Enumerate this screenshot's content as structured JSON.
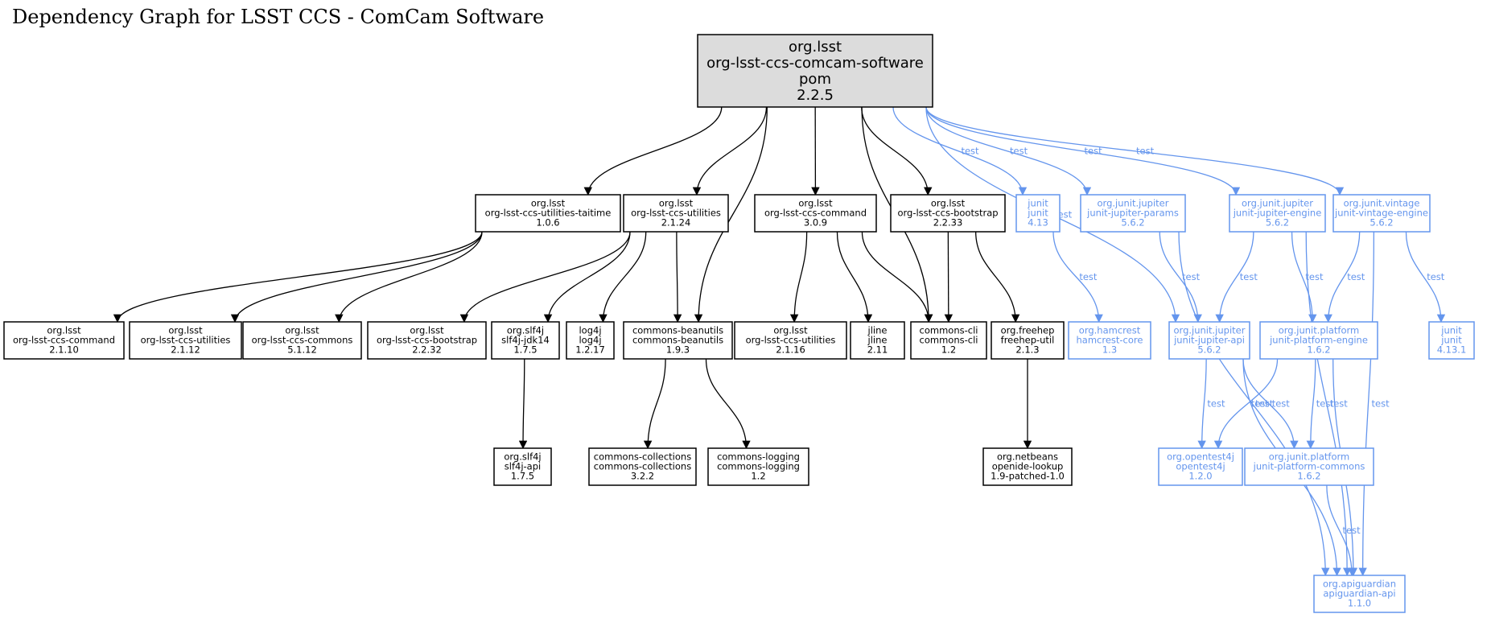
{
  "title": "Dependency Graph for LSST CCS - ComCam Software",
  "colors": {
    "compile": "#000000",
    "test": "#6495ed",
    "root_fill": "#dcdcdc",
    "node_fill": "#ffffff"
  },
  "nodes": [
    {
      "id": "root",
      "lines": [
        "org.lsst",
        "org-lsst-ccs-comcam-software",
        "pom",
        "2.2.5"
      ],
      "scope": "root"
    },
    {
      "id": "taitime",
      "lines": [
        "org.lsst",
        "org-lsst-ccs-utilities-taitime",
        "1.0.6"
      ],
      "scope": "compile"
    },
    {
      "id": "util2124",
      "lines": [
        "org.lsst",
        "org-lsst-ccs-utilities",
        "2.1.24"
      ],
      "scope": "compile"
    },
    {
      "id": "cmd309",
      "lines": [
        "org.lsst",
        "org-lsst-ccs-command",
        "3.0.9"
      ],
      "scope": "compile"
    },
    {
      "id": "boot2233",
      "lines": [
        "org.lsst",
        "org-lsst-ccs-bootstrap",
        "2.2.33"
      ],
      "scope": "compile"
    },
    {
      "id": "junit413",
      "lines": [
        "junit",
        "junit",
        "4.13"
      ],
      "scope": "test"
    },
    {
      "id": "jparams",
      "lines": [
        "org.junit.jupiter",
        "junit-jupiter-params",
        "5.6.2"
      ],
      "scope": "test"
    },
    {
      "id": "jengine",
      "lines": [
        "org.junit.jupiter",
        "junit-jupiter-engine",
        "5.6.2"
      ],
      "scope": "test"
    },
    {
      "id": "vintage",
      "lines": [
        "org.junit.vintage",
        "junit-vintage-engine",
        "5.6.2"
      ],
      "scope": "test"
    },
    {
      "id": "cmd2110",
      "lines": [
        "org.lsst",
        "org-lsst-ccs-command",
        "2.1.10"
      ],
      "scope": "compile"
    },
    {
      "id": "util2112",
      "lines": [
        "org.lsst",
        "org-lsst-ccs-utilities",
        "2.1.12"
      ],
      "scope": "compile"
    },
    {
      "id": "commons5112",
      "lines": [
        "org.lsst",
        "org-lsst-ccs-commons",
        "5.1.12"
      ],
      "scope": "compile"
    },
    {
      "id": "boot2232",
      "lines": [
        "org.lsst",
        "org-lsst-ccs-bootstrap",
        "2.2.32"
      ],
      "scope": "compile"
    },
    {
      "id": "slf4jjdk",
      "lines": [
        "org.slf4j",
        "slf4j-jdk14",
        "1.7.5"
      ],
      "scope": "compile"
    },
    {
      "id": "log4j",
      "lines": [
        "log4j",
        "log4j",
        "1.2.17"
      ],
      "scope": "compile"
    },
    {
      "id": "beanutils",
      "lines": [
        "commons-beanutils",
        "commons-beanutils",
        "1.9.3"
      ],
      "scope": "compile"
    },
    {
      "id": "util2116",
      "lines": [
        "org.lsst",
        "org-lsst-ccs-utilities",
        "2.1.16"
      ],
      "scope": "compile"
    },
    {
      "id": "jline",
      "lines": [
        "jline",
        "jline",
        "2.11"
      ],
      "scope": "compile"
    },
    {
      "id": "cli",
      "lines": [
        "commons-cli",
        "commons-cli",
        "1.2"
      ],
      "scope": "compile"
    },
    {
      "id": "freehep",
      "lines": [
        "org.freehep",
        "freehep-util",
        "2.1.3"
      ],
      "scope": "compile"
    },
    {
      "id": "hamcrest",
      "lines": [
        "org.hamcrest",
        "hamcrest-core",
        "1.3"
      ],
      "scope": "test"
    },
    {
      "id": "japi",
      "lines": [
        "org.junit.jupiter",
        "junit-jupiter-api",
        "5.6.2"
      ],
      "scope": "test"
    },
    {
      "id": "pengine",
      "lines": [
        "org.junit.platform",
        "junit-platform-engine",
        "1.6.2"
      ],
      "scope": "test"
    },
    {
      "id": "junit4131",
      "lines": [
        "junit",
        "junit",
        "4.13.1"
      ],
      "scope": "test"
    },
    {
      "id": "slf4japi",
      "lines": [
        "org.slf4j",
        "slf4j-api",
        "1.7.5"
      ],
      "scope": "compile"
    },
    {
      "id": "collections",
      "lines": [
        "commons-collections",
        "commons-collections",
        "3.2.2"
      ],
      "scope": "compile"
    },
    {
      "id": "logging",
      "lines": [
        "commons-logging",
        "commons-logging",
        "1.2"
      ],
      "scope": "compile"
    },
    {
      "id": "openide",
      "lines": [
        "org.netbeans",
        "openide-lookup",
        "1.9-patched-1.0"
      ],
      "scope": "compile"
    },
    {
      "id": "opentest4j",
      "lines": [
        "org.opentest4j",
        "opentest4j",
        "1.2.0"
      ],
      "scope": "test"
    },
    {
      "id": "pcommons",
      "lines": [
        "org.junit.platform",
        "junit-platform-commons",
        "1.6.2"
      ],
      "scope": "test"
    },
    {
      "id": "apiguardian",
      "lines": [
        "org.apiguardian",
        "apiguardian-api",
        "1.1.0"
      ],
      "scope": "test"
    }
  ],
  "edges": [
    {
      "from": "root",
      "to": "taitime",
      "scope": "compile"
    },
    {
      "from": "root",
      "to": "util2124",
      "scope": "compile"
    },
    {
      "from": "root",
      "to": "beanutils",
      "scope": "compile"
    },
    {
      "from": "root",
      "to": "cmd309",
      "scope": "compile"
    },
    {
      "from": "root",
      "to": "cli",
      "scope": "compile"
    },
    {
      "from": "root",
      "to": "boot2233",
      "scope": "compile"
    },
    {
      "from": "root",
      "to": "junit413",
      "scope": "test",
      "label": "test"
    },
    {
      "from": "root",
      "to": "jparams",
      "scope": "test",
      "label": "test"
    },
    {
      "from": "root",
      "to": "japi",
      "scope": "test",
      "label": "test"
    },
    {
      "from": "root",
      "to": "jengine",
      "scope": "test",
      "label": "test"
    },
    {
      "from": "root",
      "to": "vintage",
      "scope": "test",
      "label": "test"
    },
    {
      "from": "taitime",
      "to": "cmd2110",
      "scope": "compile"
    },
    {
      "from": "taitime",
      "to": "util2112",
      "scope": "compile"
    },
    {
      "from": "taitime",
      "to": "commons5112",
      "scope": "compile"
    },
    {
      "from": "util2124",
      "to": "boot2232",
      "scope": "compile"
    },
    {
      "from": "util2124",
      "to": "slf4jjdk",
      "scope": "compile"
    },
    {
      "from": "util2124",
      "to": "log4j",
      "scope": "compile"
    },
    {
      "from": "util2124",
      "to": "beanutils",
      "scope": "compile"
    },
    {
      "from": "cmd309",
      "to": "util2116",
      "scope": "compile"
    },
    {
      "from": "cmd309",
      "to": "jline",
      "scope": "compile"
    },
    {
      "from": "cmd309",
      "to": "cli",
      "scope": "compile"
    },
    {
      "from": "boot2233",
      "to": "cli",
      "scope": "compile"
    },
    {
      "from": "boot2233",
      "to": "freehep",
      "scope": "compile"
    },
    {
      "from": "junit413",
      "to": "hamcrest",
      "scope": "test",
      "label": "test"
    },
    {
      "from": "jparams",
      "to": "japi",
      "scope": "test",
      "label": "test"
    },
    {
      "from": "jparams",
      "to": "apiguardian",
      "scope": "test",
      "label": "test"
    },
    {
      "from": "jengine",
      "to": "japi",
      "scope": "test",
      "label": "test"
    },
    {
      "from": "jengine",
      "to": "pengine",
      "scope": "test",
      "label": "test"
    },
    {
      "from": "jengine",
      "to": "apiguardian",
      "scope": "test",
      "label": "test"
    },
    {
      "from": "vintage",
      "to": "pengine",
      "scope": "test",
      "label": "test"
    },
    {
      "from": "vintage",
      "to": "junit4131",
      "scope": "test",
      "label": "test"
    },
    {
      "from": "vintage",
      "to": "apiguardian",
      "scope": "test",
      "label": "test"
    },
    {
      "from": "slf4jjdk",
      "to": "slf4japi",
      "scope": "compile"
    },
    {
      "from": "beanutils",
      "to": "collections",
      "scope": "compile"
    },
    {
      "from": "beanutils",
      "to": "logging",
      "scope": "compile"
    },
    {
      "from": "freehep",
      "to": "openide",
      "scope": "compile"
    },
    {
      "from": "japi",
      "to": "opentest4j",
      "scope": "test",
      "label": "test"
    },
    {
      "from": "japi",
      "to": "pcommons",
      "scope": "test",
      "label": "test"
    },
    {
      "from": "japi",
      "to": "apiguardian",
      "scope": "test",
      "label": "test"
    },
    {
      "from": "pengine",
      "to": "opentest4j",
      "scope": "test",
      "label": "test"
    },
    {
      "from": "pengine",
      "to": "pcommons",
      "scope": "test",
      "label": "test"
    },
    {
      "from": "pengine",
      "to": "apiguardian",
      "scope": "test",
      "label": "test"
    },
    {
      "from": "pcommons",
      "to": "apiguardian",
      "scope": "test",
      "label": "test"
    }
  ]
}
